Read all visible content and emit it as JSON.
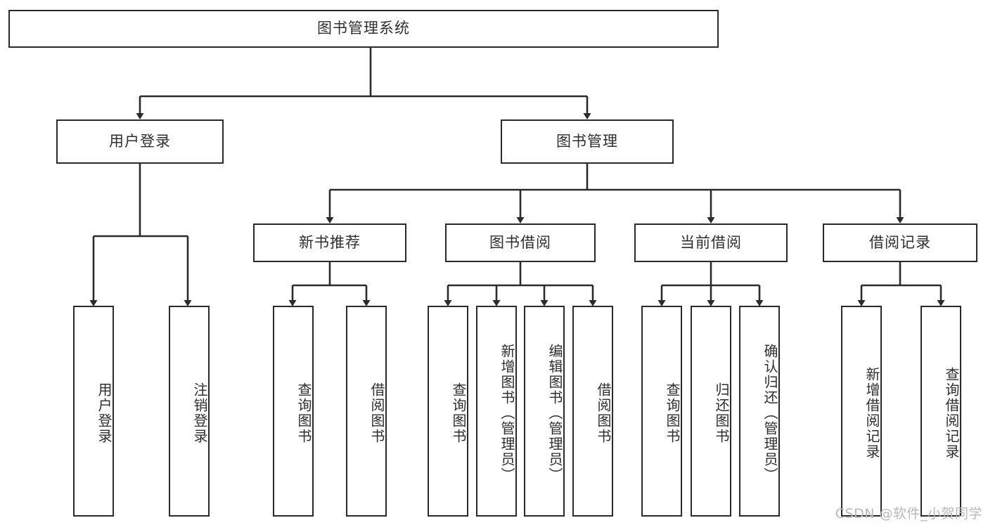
{
  "diagram": {
    "type": "tree",
    "title": "图书管理系统",
    "root": {
      "label": "图书管理系统",
      "children": [
        {
          "label": "用户登录",
          "children": [
            {
              "label": "用户登录"
            },
            {
              "label": "注销登录"
            }
          ]
        },
        {
          "label": "图书管理",
          "children": [
            {
              "label": "新书推荐",
              "children": [
                {
                  "label": "查询图书"
                },
                {
                  "label": "借阅图书"
                }
              ]
            },
            {
              "label": "图书借阅",
              "children": [
                {
                  "label": "查询图书"
                },
                {
                  "label": "新增图书（管理员）"
                },
                {
                  "label": "编辑图书（管理员）"
                },
                {
                  "label": "借阅图书"
                }
              ]
            },
            {
              "label": "当前借阅",
              "children": [
                {
                  "label": "查询图书"
                },
                {
                  "label": "归还图书"
                },
                {
                  "label": "确认归还（管理员）"
                }
              ]
            },
            {
              "label": "借阅记录",
              "children": [
                {
                  "label": "新增借阅记录"
                },
                {
                  "label": "查询借阅记录"
                }
              ]
            }
          ]
        }
      ]
    }
  },
  "nodes": {
    "root": "图书管理系统",
    "user_login": "用户登录",
    "book_manage": "图书管理",
    "new_book_rec": "新书推荐",
    "book_borrow": "图书借阅",
    "current_borrow": "当前借阅",
    "borrow_record": "借阅记录",
    "leaf_user_login": "用户登录",
    "leaf_logout": "注销登录",
    "leaf_query_book_1": "查询图书",
    "leaf_borrow_book_1": "借阅图书",
    "leaf_query_book_2": "查询图书",
    "leaf_add_book_admin": "新增图书（管理员）",
    "leaf_edit_book_admin": "编辑图书（管理员）",
    "leaf_borrow_book_2": "借阅图书",
    "leaf_query_book_3": "查询图书",
    "leaf_return_book": "归还图书",
    "leaf_confirm_return_admin": "确认归还（管理员）",
    "leaf_add_record": "新增借阅记录",
    "leaf_query_record": "查询借阅记录"
  },
  "watermark": {
    "text": "CSDN @软件_小贺同学"
  },
  "colors": {
    "border": "#2b2b2b",
    "text": "#2e2e2e",
    "background": "#ffffff",
    "watermark": "#b9b9b9"
  }
}
